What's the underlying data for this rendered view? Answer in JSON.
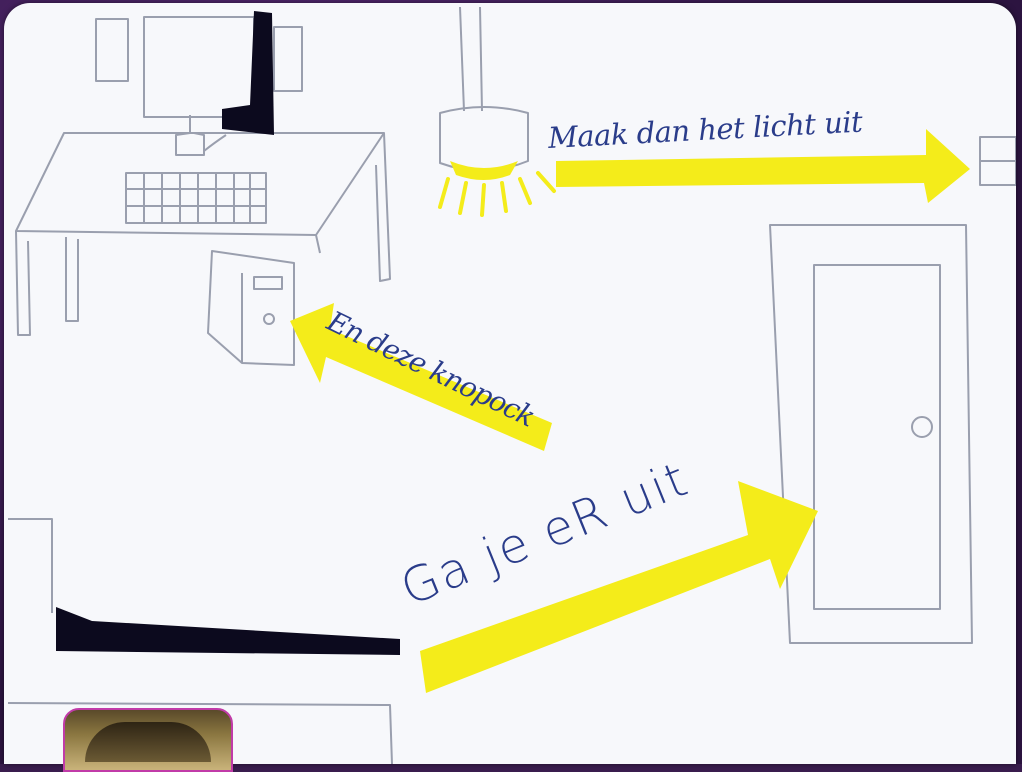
{
  "drawing": {
    "label_light": "Maak dan het licht uit",
    "label_knop": "En deze knopock",
    "label_ga": "Ga je eR uit"
  },
  "colors": {
    "arrow": "#f4ec1a",
    "ink": "#2a3c8a",
    "pencil": "#9a9fae",
    "marker": "#0c0a1e"
  },
  "thumbnail": {
    "icon": "photo-thumbnail"
  }
}
